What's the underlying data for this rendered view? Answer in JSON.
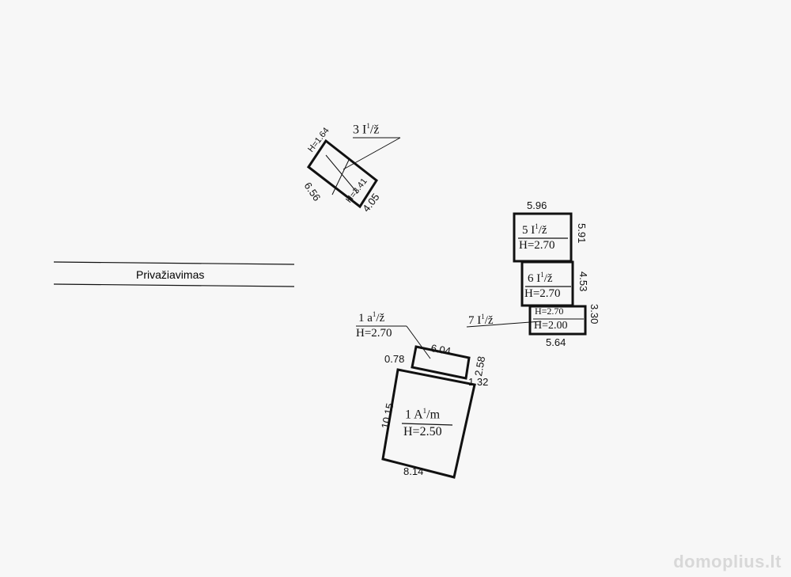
{
  "road": {
    "label": "Privažiavimas"
  },
  "buildings": {
    "b3": {
      "label": "3 I",
      "sup": "1",
      "suffix": "/ž",
      "h_top": "H=1.64",
      "h_bottom": "H=3.41",
      "dim_left": "6.56",
      "dim_bottom": "4.05"
    },
    "b5": {
      "label": "5 I",
      "sup": "1",
      "suffix": "/ž",
      "height": "H=2.70",
      "dim_top": "5.96",
      "dim_right": "5.91"
    },
    "b6": {
      "label": "6 I",
      "sup": "1",
      "suffix": "/ž",
      "height": "H=2.70",
      "dim_right": "4.53"
    },
    "b7": {
      "label": "7 I",
      "sup": "1",
      "suffix": "/ž",
      "height_top": "H=2.70",
      "height": "H=2.00",
      "dim_right": "3.30",
      "dim_bottom": "5.64"
    },
    "b1a": {
      "label": "1 a",
      "sup": "1",
      "suffix": "/ž",
      "height": "H=2.70",
      "dim_top": "6.04",
      "dim_left": "0.78",
      "dim_right": "2.58",
      "dim_right2": "1.32"
    },
    "b1A": {
      "label": "1 A",
      "sup": "1",
      "suffix": "/m",
      "height": "H=2.50",
      "dim_left": "10.15",
      "dim_bottom": "8.14"
    }
  },
  "watermark": "domoplius.lt"
}
